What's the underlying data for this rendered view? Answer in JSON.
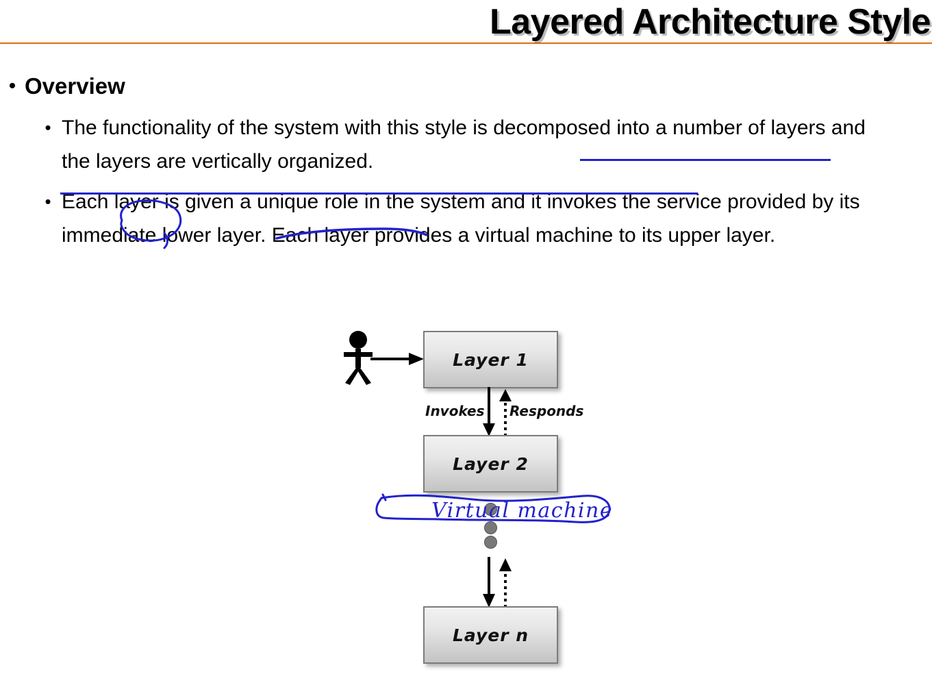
{
  "slide": {
    "title": "Layered Architecture Style",
    "rule_color": "#E36C0A"
  },
  "body": {
    "bullet_glyph": "•",
    "level1": [
      {
        "text": "Overview"
      }
    ],
    "level2": [
      {
        "text": "The functionality of the system with this style is decomposed into a number of layers and the layers are vertically organized."
      },
      {
        "text": "Each layer is given a unique role in the system and it invokes the service provided by its immediate lower layer. Each layer provides a virtual machine to its upper layer."
      }
    ]
  },
  "diagram": {
    "actor_name": "user-actor",
    "boxes": [
      {
        "label": "Layer 1"
      },
      {
        "label": "Layer 2"
      },
      {
        "label": "Layer n"
      }
    ],
    "flow_labels": [
      {
        "label": "Invokes"
      },
      {
        "label": "Responds"
      }
    ],
    "ellipsis_dots": 3,
    "box_fill_top": "#f2f2f2",
    "box_fill_bottom": "#c4c4c4",
    "box_border": "#7c7c7c"
  },
  "annotations": {
    "ink_color": "#2222CC",
    "handwritten_note": "Virtual machine",
    "circled_word": "layer",
    "underlined_phrases": [
      "is decomposed into a",
      "number of layers and the layers are vertically organized.",
      "a unique role"
    ]
  }
}
